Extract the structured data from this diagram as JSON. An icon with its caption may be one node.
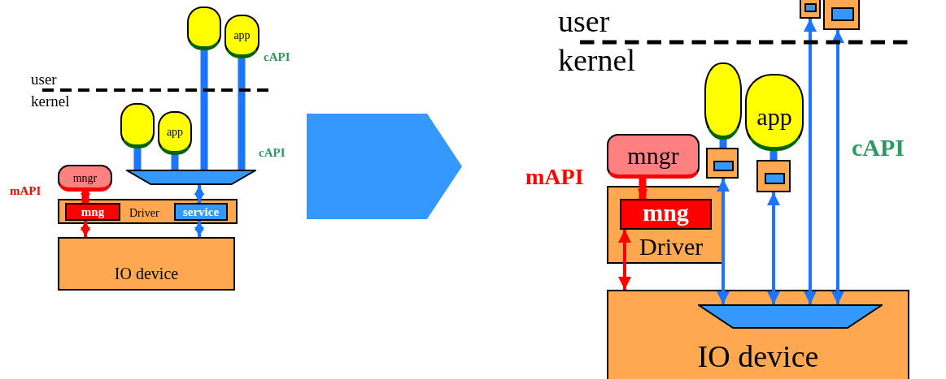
{
  "diagram": {
    "nodes": [
      {
        "text": [],
        "shape": "box"
      },
      {
        "text": [
          "app"
        ]
      },
      {
        "text": [],
        "shape": "box"
      },
      {
        "text": [
          "app"
        ]
      },
      {
        "text": [],
        "shape": "trapezoid"
      },
      {
        "text": [
          "mngr"
        ]
      },
      {
        "text": [
          "Driver"
        ]
      },
      {
        "text": [
          "mng"
        ],
        "in": 6
      },
      {
        "text": [
          "service"
        ],
        "in": 6
      },
      {
        "text": [
          "IO device"
        ]
      },
      {
        "text": [],
        "shape": "box"
      },
      {
        "text": [],
        "shape": "box"
      },
      {
        "text": [],
        "shape": "box"
      },
      {
        "text": [
          "app"
        ]
      },
      {
        "text": [],
        "shape": "box"
      },
      {
        "text": [],
        "shape": "box"
      },
      {
        "text": [
          "mngr"
        ]
      },
      {
        "text": [
          "Driver"
        ]
      },
      {
        "text": [
          "mng"
        ],
        "in": 17
      },
      {
        "text": [
          "IO device"
        ]
      },
      {
        "text": [],
        "shape": "trapezoid",
        "in": 19
      }
    ],
    "edges": [
      {
        "from": 0,
        "to": 4,
        "arrow": "none",
        "style": "thick"
      },
      {
        "from": 1,
        "to": 4,
        "arrow": "none",
        "style": "thick"
      },
      {
        "from": 2,
        "to": 4,
        "arrow": "none",
        "style": "thick"
      },
      {
        "from": 3,
        "to": 4,
        "arrow": "none",
        "style": "thick"
      },
      {
        "from": 4,
        "to": 8,
        "arrow": "both"
      },
      {
        "from": 5,
        "to": 7,
        "arrow": "to",
        "style": "thick",
        "color": "#ff0000"
      },
      {
        "from": 7,
        "to": 9,
        "arrow": "both",
        "color": "#ff0000"
      },
      {
        "from": 8,
        "to": 9,
        "arrow": "both"
      },
      {
        "from": 10,
        "to": 20,
        "arrow": "both"
      },
      {
        "from": 11,
        "to": 20,
        "arrow": "both"
      },
      {
        "from": 12,
        "to": 14,
        "arrow": "none",
        "style": "thick"
      },
      {
        "from": 13,
        "to": 15,
        "arrow": "none",
        "style": "thick"
      },
      {
        "from": 14,
        "to": 20,
        "arrow": "both"
      },
      {
        "from": 15,
        "to": 20,
        "arrow": "both"
      },
      {
        "from": 16,
        "to": 18,
        "arrow": "to",
        "style": "thick",
        "color": "#ff0000"
      },
      {
        "from": 18,
        "to": 19,
        "arrow": "both",
        "color": "#ff0000"
      }
    ],
    "labels": [
      "user",
      "kernel",
      "cAPI",
      "cAPI",
      "mAPI",
      "user",
      "kernel",
      "mAPI",
      "cAPI"
    ]
  }
}
